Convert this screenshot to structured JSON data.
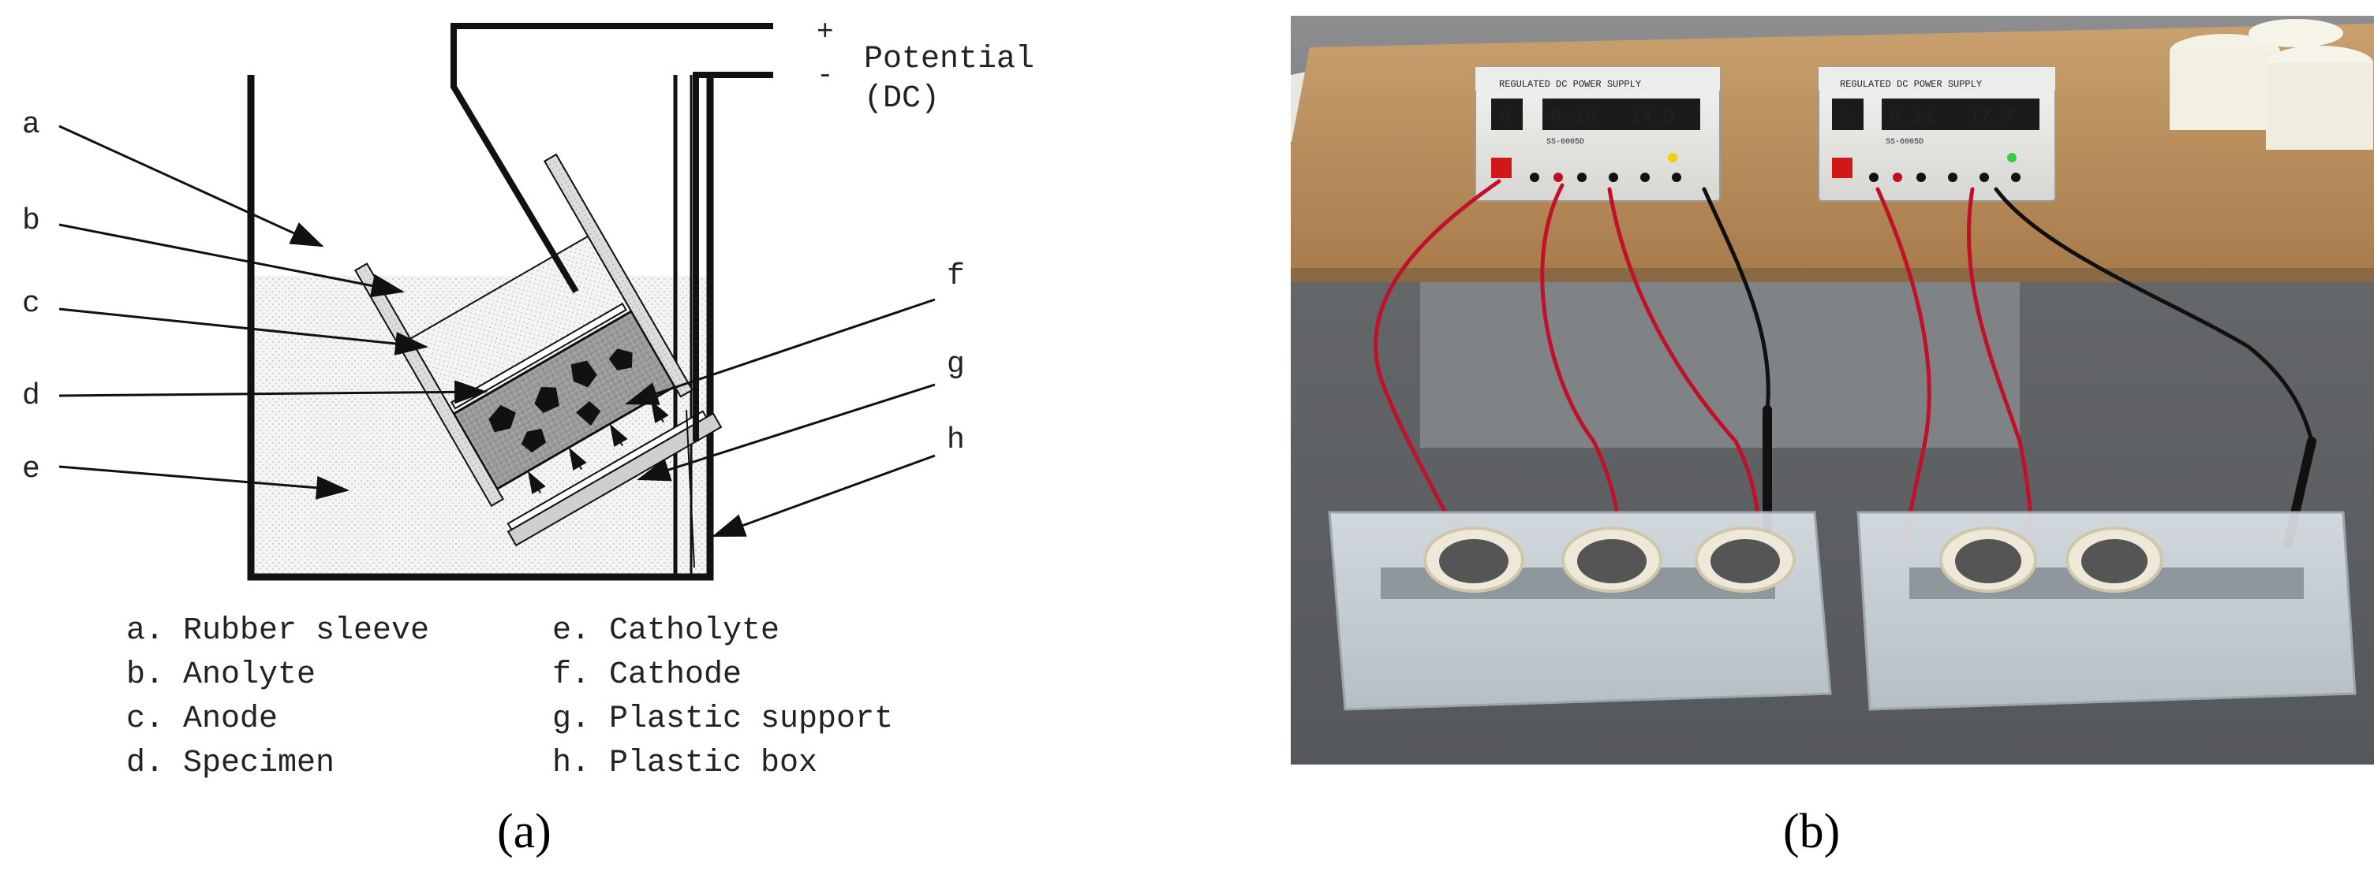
{
  "panel_a": {
    "caption": "(a)",
    "potential": {
      "plus": "+",
      "minus": "-",
      "line1": "Potential",
      "line2": "(DC)"
    },
    "callouts": [
      "a",
      "b",
      "c",
      "d",
      "e",
      "f",
      "g",
      "h"
    ],
    "legend": [
      "a. Rubber sleeve",
      "b. Anolyte",
      "c. Anode",
      "d. Specimen",
      "e. Catholyte",
      "f. Cathode",
      "g. Plastic support",
      "h. Plastic box"
    ]
  },
  "panel_b": {
    "caption": "(b)",
    "power_supply_label": "REGULATED DC POWER SUPPLY",
    "power_supply_model": "SS-6005D",
    "left_supply": {
      "channel": "4",
      "current": "0.16",
      "voltage": "14.9"
    },
    "right_supply": {
      "channel": "2",
      "current": "0.11",
      "voltage": "17.7"
    }
  },
  "colors": {
    "line": "#111111",
    "electrolyte_fill": "#f1f1f1",
    "specimen_fill": "#9c9c9c",
    "sleeve_fill": "#d6d6d6",
    "wire_red": "#c0102a",
    "led_red": "#ff2a2a"
  }
}
